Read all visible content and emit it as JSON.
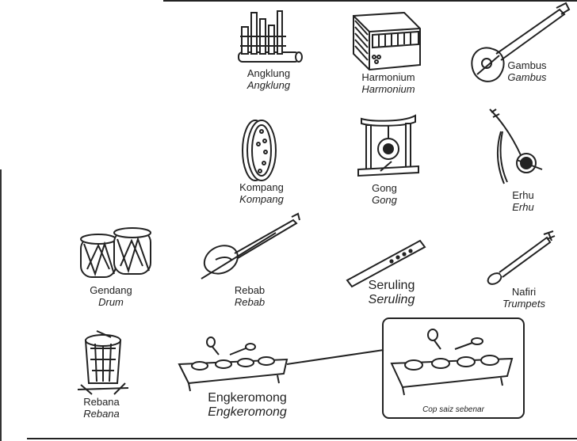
{
  "instruments": [
    {
      "malay": "Angklung",
      "english": "Angklung",
      "icon": "angklung-icon"
    },
    {
      "malay": "Harmonium",
      "english": "Harmonium",
      "icon": "harmonium-icon"
    },
    {
      "malay": "Gambus",
      "english": "Gambus",
      "icon": "gambus-icon"
    },
    {
      "malay": "Kompang",
      "english": "Kompang",
      "icon": "kompang-icon"
    },
    {
      "malay": "Gong",
      "english": "Gong",
      "icon": "gong-icon"
    },
    {
      "malay": "Erhu",
      "english": "Erhu",
      "icon": "erhu-icon"
    },
    {
      "malay": "Gendang",
      "english": "Drum",
      "icon": "gendang-icon"
    },
    {
      "malay": "Rebab",
      "english": "Rebab",
      "icon": "rebab-icon"
    },
    {
      "malay": "Seruling",
      "english": "Seruling",
      "icon": "seruling-icon"
    },
    {
      "malay": "Nafiri",
      "english": "Trumpets",
      "icon": "nafiri-icon"
    },
    {
      "malay": "Rebana",
      "english": "Rebana",
      "icon": "rebana-icon"
    },
    {
      "malay": "Engkeromong",
      "english": "Engkeromong",
      "icon": "engkeromong-icon"
    }
  ],
  "inset": {
    "note": "Cop saiz sebenar"
  }
}
